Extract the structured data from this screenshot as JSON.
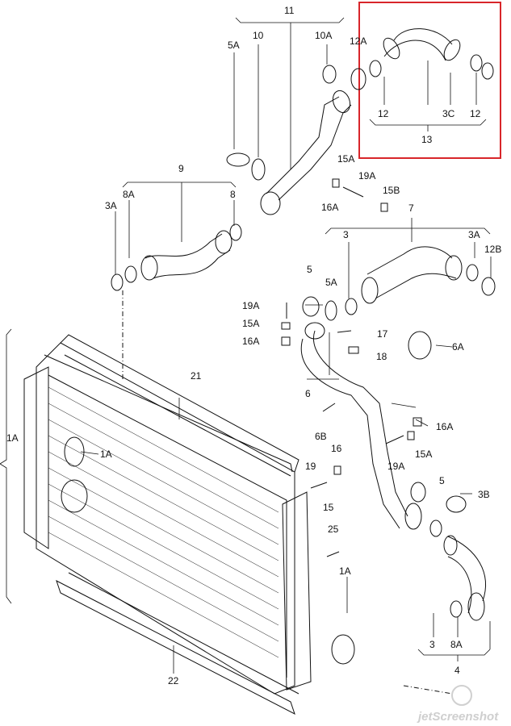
{
  "callouts": {
    "c11": "11",
    "c10": "10",
    "c10A": "10A",
    "c12A": "12A",
    "c5A_top": "5A",
    "c12_l": "12",
    "c3C": "3C",
    "c12_r": "12",
    "c13": "13",
    "c9": "9",
    "c3A_l": "3A",
    "c8A_l": "8A",
    "c8": "8",
    "c15A_top": "15A",
    "c19A_top": "19A",
    "c15B": "15B",
    "c16A_top": "16A",
    "c7": "7",
    "c3_mid": "3",
    "c3A_r": "3A",
    "c12B": "12B",
    "c5_mid": "5",
    "c5A_mid": "5A",
    "c19A_l": "19A",
    "c15A_l": "15A",
    "c16A_l": "16A",
    "c17": "17",
    "c18": "18",
    "c6A": "6A",
    "c6": "6",
    "c21": "21",
    "c1A_outer": "1A",
    "c1A_inner": "1A",
    "c6B": "6B",
    "c16A_r": "16A",
    "c16": "16",
    "c19A_r": "19A",
    "c15A_r": "15A",
    "c19": "19",
    "c15": "15",
    "c5_low": "5",
    "c3B": "3B",
    "c25": "25",
    "c1A_low": "1A",
    "c3_low": "3",
    "c8A_low": "8A",
    "c4": "4",
    "c22": "22"
  },
  "highlight_color": "#d8262a",
  "watermark": "jetScreenshot"
}
